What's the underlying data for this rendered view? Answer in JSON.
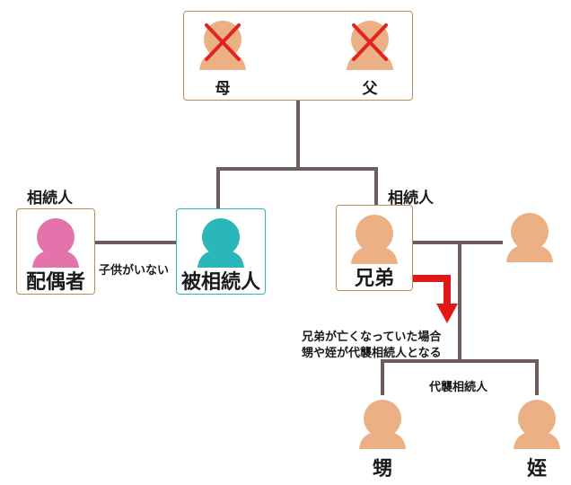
{
  "colors": {
    "line": "#6e5d5a",
    "frame": "#b88b50",
    "frame_highlight": "#2bb7b9",
    "person_default": "#ebb084",
    "person_spouse": "#e472ab",
    "person_decedent": "#2bb7b9",
    "cross": "#e0251f",
    "arrow": "#e01818"
  },
  "parents": {
    "mother_label": "母",
    "father_label": "父",
    "mother_status": "cross",
    "father_status": "cross"
  },
  "spouse": {
    "heir_tag": "相続人",
    "label": "配偶者"
  },
  "decedent": {
    "label": "被相続人"
  },
  "couple_note": "子供がいない",
  "sibling": {
    "heir_tag": "相続人",
    "label": "兄弟"
  },
  "note": {
    "line1": "兄弟が亡くなっていた場合",
    "line2": "甥や姪が代襲相続人となる"
  },
  "children_tag": "代襲相続人",
  "nephew_label": "甥",
  "niece_label": "姪"
}
